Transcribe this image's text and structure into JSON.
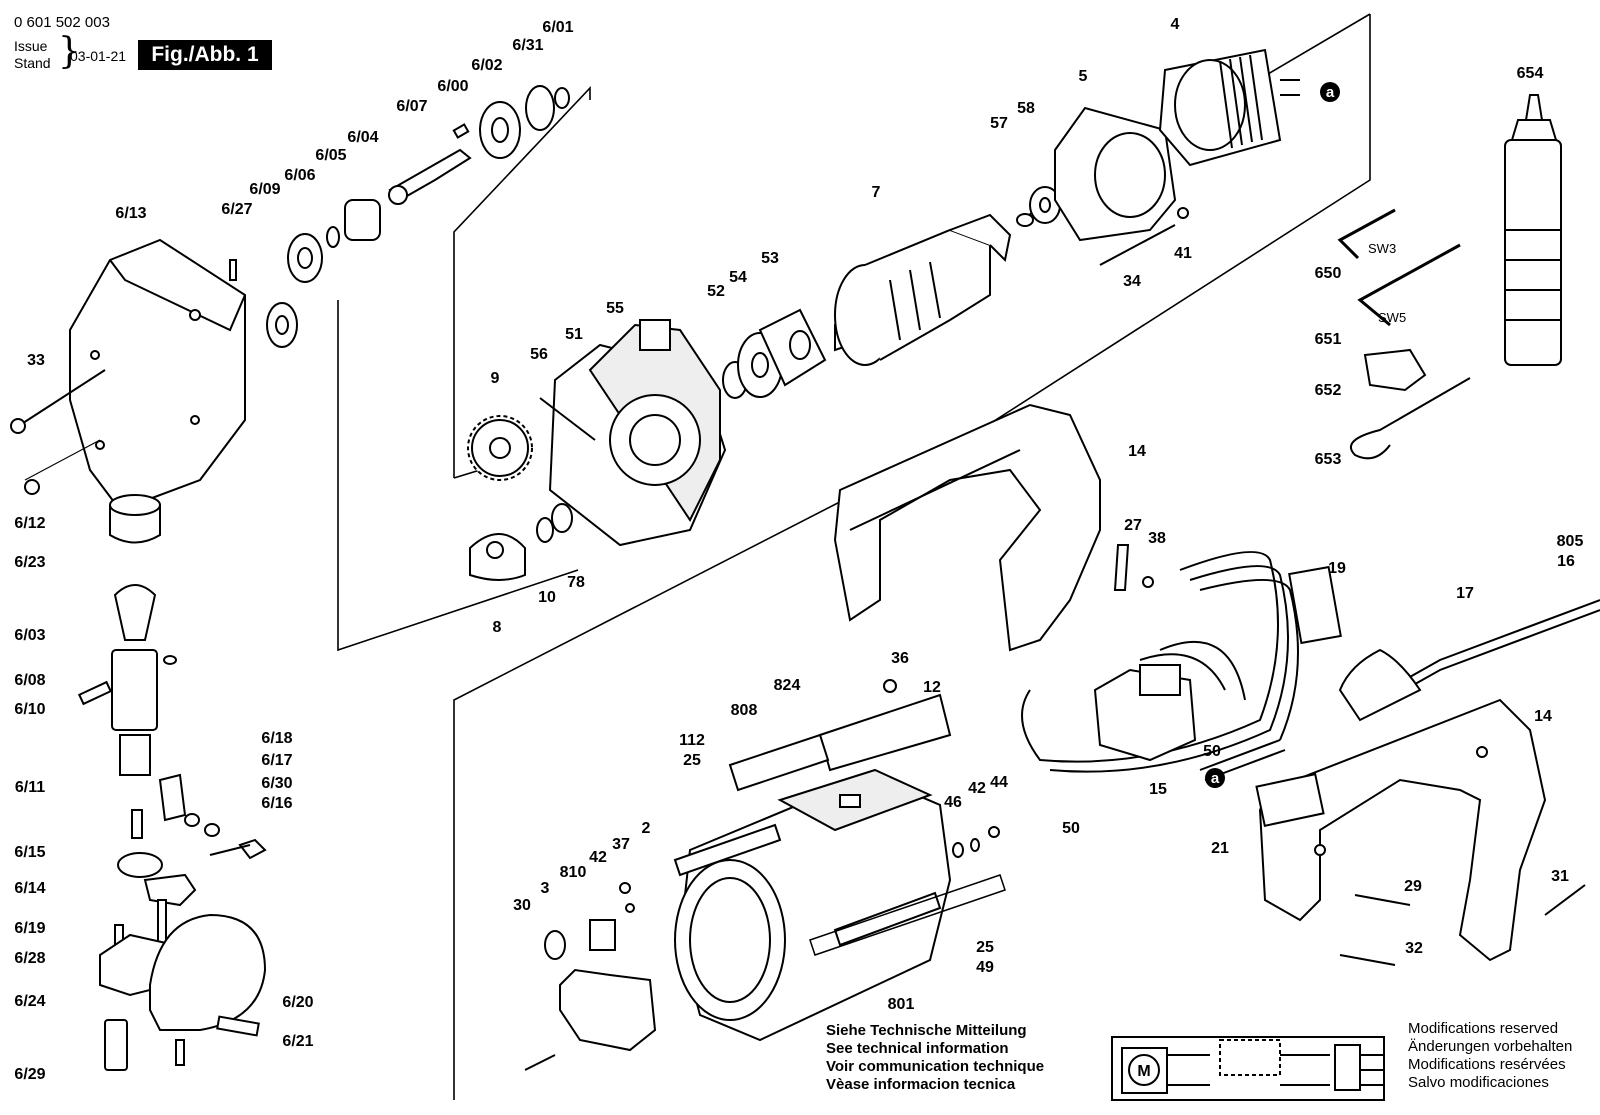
{
  "header": {
    "doc_number": "0 601 502 003",
    "issue_label": "Issue",
    "stand_label": "Stand",
    "date": "03-01-21",
    "figure": "Fig./Abb. 1"
  },
  "part_labels": [
    "6/01",
    "6/31",
    "6/02",
    "6/00",
    "6/07",
    "6/04",
    "6/05",
    "6/06",
    "6/09",
    "6/27",
    "6/13",
    "33",
    "6/12",
    "6/23",
    "6/03",
    "6/08",
    "6/10",
    "6/11",
    "6/18",
    "6/17",
    "6/30",
    "6/16",
    "6/15",
    "6/14",
    "6/19",
    "6/28",
    "6/24",
    "6/20",
    "6/21",
    "6/29",
    "4",
    "5",
    "58",
    "57",
    "41",
    "34",
    "7",
    "53",
    "54",
    "52",
    "55",
    "51",
    "56",
    "9",
    "10",
    "78",
    "8",
    "654",
    "650",
    "651",
    "652",
    "653",
    "14",
    "27",
    "38",
    "19",
    "805",
    "16",
    "17",
    "36",
    "12",
    "824",
    "808",
    "112",
    "25",
    "46",
    "42",
    "44",
    "50",
    "15",
    "2",
    "37",
    "42",
    "810",
    "30",
    "3",
    "25",
    "49",
    "801",
    "21",
    "29",
    "31",
    "32",
    "14",
    "50"
  ],
  "tool_labels": {
    "sw3": "SW3",
    "sw5": "SW5"
  },
  "connector_marker": "a",
  "technical_note": [
    "Siehe Technische Mitteilung",
    "See technical information",
    "Voir communication technique",
    "Vèase informacion tecnica"
  ],
  "modifications": [
    "Modifications reserved",
    "Änderungen vorbehalten",
    "Modifications resérvées",
    "Salvo modificaciones"
  ],
  "schematic": {
    "motor_symbol": "M"
  }
}
